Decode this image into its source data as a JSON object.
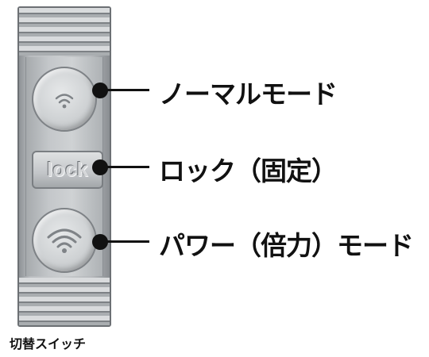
{
  "labels": {
    "normal_mode": "ノーマルモード",
    "lock": "ロック（固定）",
    "power_mode": "パワー（倍力）モード"
  },
  "switch": {
    "lock_button_text": "lock",
    "caption": "切替スイッチ"
  },
  "colors": {
    "metal_light": "#cfd2d4",
    "metal_dark": "#7e8286",
    "callout": "#111111"
  },
  "icons": {
    "normal_button": "wifi-signal-small-icon",
    "power_button": "wifi-signal-large-icon"
  }
}
